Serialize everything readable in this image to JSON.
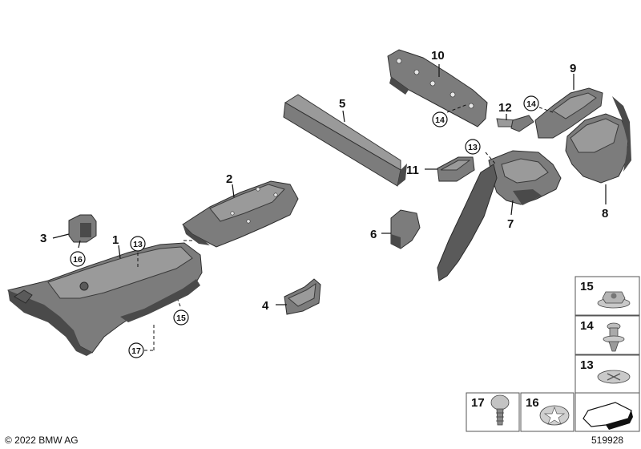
{
  "callouts": {
    "c1": "1",
    "c2": "2",
    "c3": "3",
    "c4": "4",
    "c5": "5",
    "c6": "6",
    "c7": "7",
    "c8": "8",
    "c9": "9",
    "c10": "10",
    "c11": "11",
    "c12": "12",
    "c13a": "13",
    "c13b": "13",
    "c14a": "14",
    "c14b": "14",
    "c15": "15",
    "c16": "16",
    "c17": "17"
  },
  "legend": {
    "k15": "15",
    "k14": "14",
    "k13": "13",
    "k17": "17",
    "k16": "16"
  },
  "footer": {
    "copyright": "© 2022 BMW AG",
    "diagram_id": "519928"
  }
}
